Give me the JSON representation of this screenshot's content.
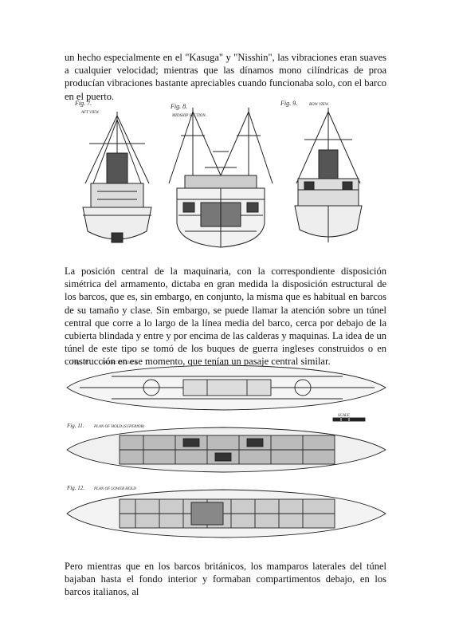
{
  "paragraphs": {
    "p1": "un hecho especialmente en el \"Kasuga\" y \"Nisshin\", las vibraciones eran suaves a cualquier velocidad; mientras que las dínamos mono cilíndricas de proa producían vibraciones bastante apreciables cuando funcionaba solo, con el barco en el puerto.",
    "p2": "La posición central de la maquinaria, con la correspondiente disposición simétrica del armamento, dictaba en gran medida la disposición estructural de los barcos, que es, sin embargo, en conjunto, la misma que es habitual en barcos de su tamaño y clase. Sin embargo, se puede llamar la atención sobre un túnel central que corre a lo largo de la línea media del barco, cerca por debajo de la cubierta blindada y entre y por encima de las calderas y maquinas. La idea de un túnel de este tipo se tomó de los buques de guerra ingleses construidos o en construcción en ese momento, que tenían un pasaje central similar.",
    "p3": "Pero mientras que en los barcos británicos, los mamparos laterales del túnel bajaban hasta el fondo interior y formaban compartimentos debajo, en los barcos italianos, al"
  },
  "figure_top": {
    "fig7": {
      "number": "Fig. 7.",
      "caption": "AFT VIEW."
    },
    "fig8": {
      "number": "Fig. 8.",
      "caption": "MIDSHIP SECTION."
    },
    "fig9": {
      "number": "Fig. 9.",
      "caption": "BOW VIEW."
    }
  },
  "figure_plans": {
    "fig10": {
      "number": "Fig. 10.",
      "caption": "PROTECTIVE DECK."
    },
    "fig11": {
      "number": "Fig. 11.",
      "caption": "PLAN OF HOLD (SUPERIOR)"
    },
    "fig12": {
      "number": "Fig. 12.",
      "caption": "PLAN OF LOWER HOLD"
    },
    "scale_label": "SCALE"
  }
}
